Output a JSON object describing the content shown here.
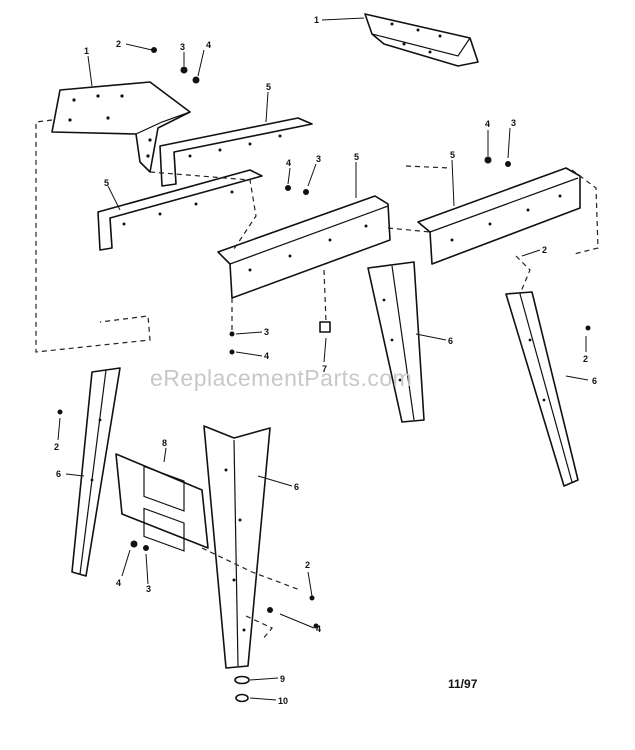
{
  "watermark": "eReplacementParts.com",
  "date_code": "11/97",
  "labels": {
    "top_bracket": "1",
    "left_plate": "1",
    "bolt_top": "2",
    "washer_top": "3",
    "nut_top": "4",
    "rail_top": "5",
    "rail_left": "5",
    "nut_mid": "4",
    "washer_mid": "3",
    "rail_mid": "5",
    "nut_right": "4",
    "washer_right": "3",
    "rail_right": "5",
    "bolt_right": "2",
    "washer_low": "3",
    "nut_low": "4",
    "foot_pad": "7",
    "leg_mid": "6",
    "leg_right": "6",
    "bolt_far_right": "2",
    "bolt_left": "2",
    "leg_left": "6",
    "shelf": "8",
    "nut_shelf": "4",
    "washer_shelf": "3",
    "leg_front": "6",
    "bolt_front": "2",
    "nut_front": "4",
    "leveler_nut": "9",
    "leveler_foot": "10"
  }
}
